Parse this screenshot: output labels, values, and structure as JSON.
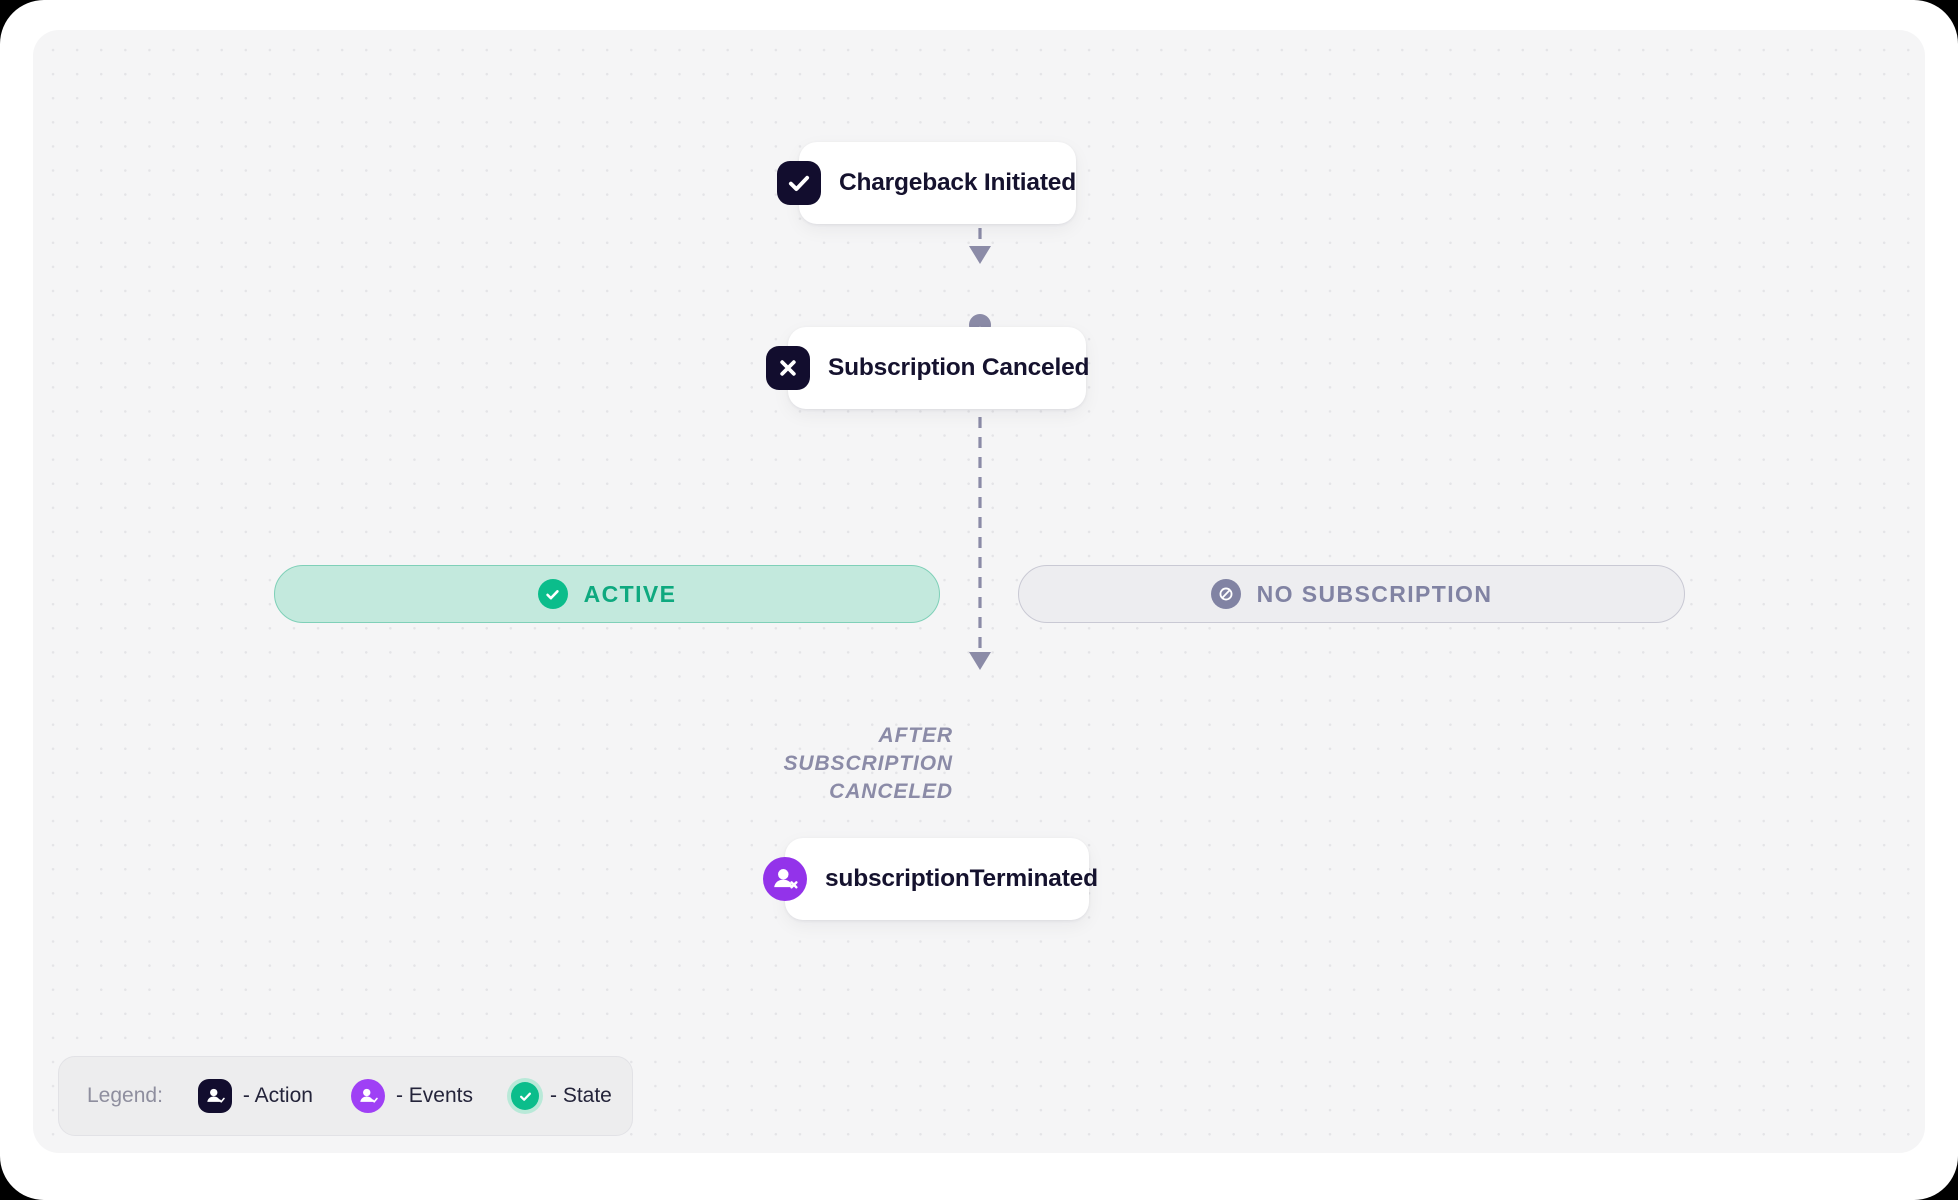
{
  "canvas": {
    "background_color": "#f5f5f6",
    "dot_color": "#e4e4e7"
  },
  "nodes": [
    {
      "id": "chargeback-initiated",
      "type": "action",
      "label": "Chargeback Initiated",
      "icon": "check-square-icon",
      "icon_color": "#120d2e"
    },
    {
      "id": "subscription-canceled",
      "type": "action",
      "label": "Subscription Canceled",
      "icon": "x-square-icon",
      "icon_color": "#120d2e"
    },
    {
      "id": "subscription-terminated",
      "type": "event",
      "label": "subscriptionTerminated",
      "icon": "user-remove-icon",
      "icon_color": "#9333ea"
    }
  ],
  "states": [
    {
      "id": "active",
      "label": "ACTIVE",
      "icon": "check-circle-icon",
      "fill": "#c3e9dd",
      "border": "#7fd0b8",
      "text_color": "#0ea97f",
      "dot_color": "#0bbd8b"
    },
    {
      "id": "no-subscription",
      "label": "NO SUBSCRIPTION",
      "icon": "no-entry-icon",
      "fill": "#ededf0",
      "border": "#c9c9d4",
      "text_color": "#8183a3",
      "dot_color": "#8183a3"
    }
  ],
  "edges": {
    "color": "#8b8ba7",
    "style": "dashed",
    "label": "AFTER\nSUBSCRIPTION\nCANCELED"
  },
  "legend": {
    "title": "Legend:",
    "items": [
      {
        "icon": "action-user-icon",
        "label": "- Action",
        "color": "#120d2e"
      },
      {
        "icon": "events-user-icon",
        "label": "- Events",
        "color": "#9f40f5"
      },
      {
        "icon": "state-check-icon",
        "label": "- State",
        "color": "#0bbd8b"
      }
    ]
  }
}
